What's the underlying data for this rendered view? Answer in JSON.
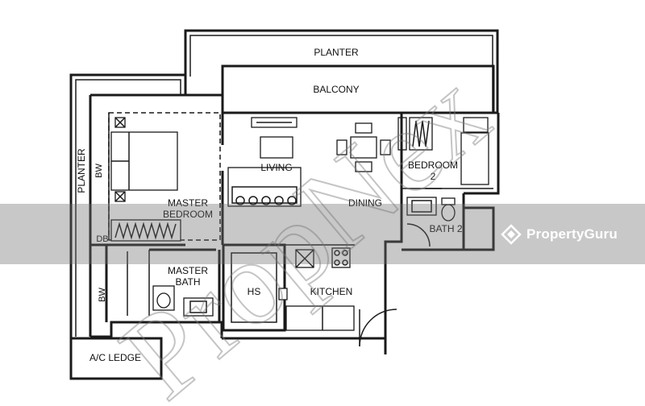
{
  "rooms": {
    "planter_top": "PLANTER",
    "balcony": "BALCONY",
    "planter_left": "PLANTER",
    "bw_top": "BW",
    "db": "DB",
    "bw_bottom": "BW",
    "living": "LIVING",
    "dining": "DINING",
    "bedroom2_line1": "BEDROOM",
    "bedroom2_line2": "2",
    "master_bedroom_line1": "MASTER",
    "master_bedroom_line2": "BEDROOM",
    "bath2": "BATH 2",
    "master_bath_line1": "MASTER",
    "master_bath_line2": "BATH",
    "hs": "HS",
    "kitchen": "KITCHEN",
    "ac_ledge": "A/C LEDGE"
  },
  "watermark": {
    "text": "PropNex"
  },
  "branding": {
    "name": "PropertyGuru",
    "color": "#ffffff",
    "band_color": "#6e6e6e"
  }
}
